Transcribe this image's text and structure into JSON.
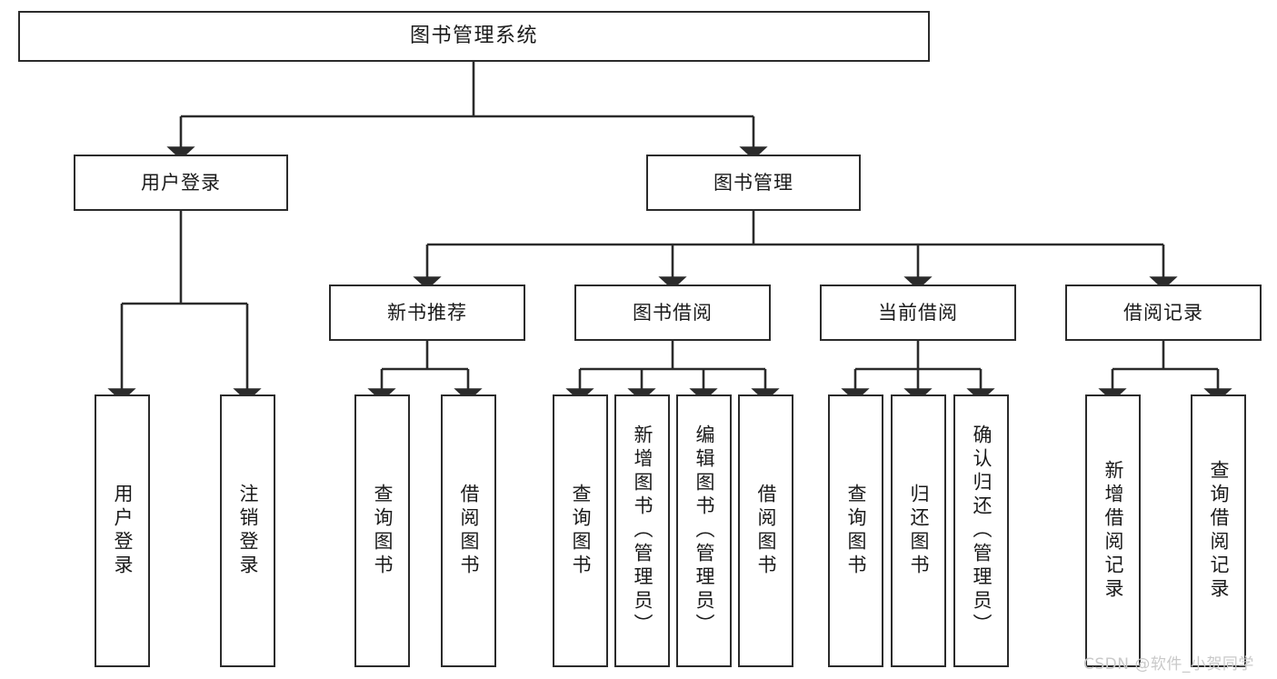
{
  "diagram": {
    "type": "tree-hierarchy-chart",
    "title": "图书管理系统",
    "root": {
      "id": "root",
      "label": "图书管理系统"
    },
    "level2": [
      {
        "id": "user-login",
        "label": "用户登录"
      },
      {
        "id": "book-management",
        "label": "图书管理"
      }
    ],
    "level3": [
      {
        "id": "new-book-recommend",
        "label": "新书推荐",
        "parent": "book-management"
      },
      {
        "id": "book-borrow",
        "label": "图书借阅",
        "parent": "book-management"
      },
      {
        "id": "current-borrow",
        "label": "当前借阅",
        "parent": "book-management"
      },
      {
        "id": "borrow-record",
        "label": "借阅记录",
        "parent": "book-management"
      }
    ],
    "leaves": {
      "user-login": [
        {
          "id": "leaf-user-login",
          "label": "用户登录"
        },
        {
          "id": "leaf-logout-login",
          "label": "注销登录"
        }
      ],
      "new-book-recommend": [
        {
          "id": "leaf-query-book-1",
          "label": "查询图书"
        },
        {
          "id": "leaf-borrow-book-1",
          "label": "借阅图书"
        }
      ],
      "book-borrow": [
        {
          "id": "leaf-query-book-2",
          "label": "查询图书"
        },
        {
          "id": "leaf-add-book",
          "label": "新增图书（管理员）"
        },
        {
          "id": "leaf-edit-book",
          "label": "编辑图书（管理员）"
        },
        {
          "id": "leaf-borrow-book-2",
          "label": "借阅图书"
        }
      ],
      "current-borrow": [
        {
          "id": "leaf-query-book-3",
          "label": "查询图书"
        },
        {
          "id": "leaf-return-book",
          "label": "归还图书"
        },
        {
          "id": "leaf-confirm-return",
          "label": "确认归还（管理员）"
        }
      ],
      "borrow-record": [
        {
          "id": "leaf-add-record",
          "label": "新增借阅记录"
        },
        {
          "id": "leaf-query-record",
          "label": "查询借阅记录"
        }
      ]
    },
    "colors": {
      "stroke": "#2b2b2b",
      "fill": "#ffffff",
      "text": "#1a1a1a",
      "watermark": "#c9c9c9"
    }
  },
  "watermark": {
    "text": "CSDN @软件_小贺同学"
  }
}
